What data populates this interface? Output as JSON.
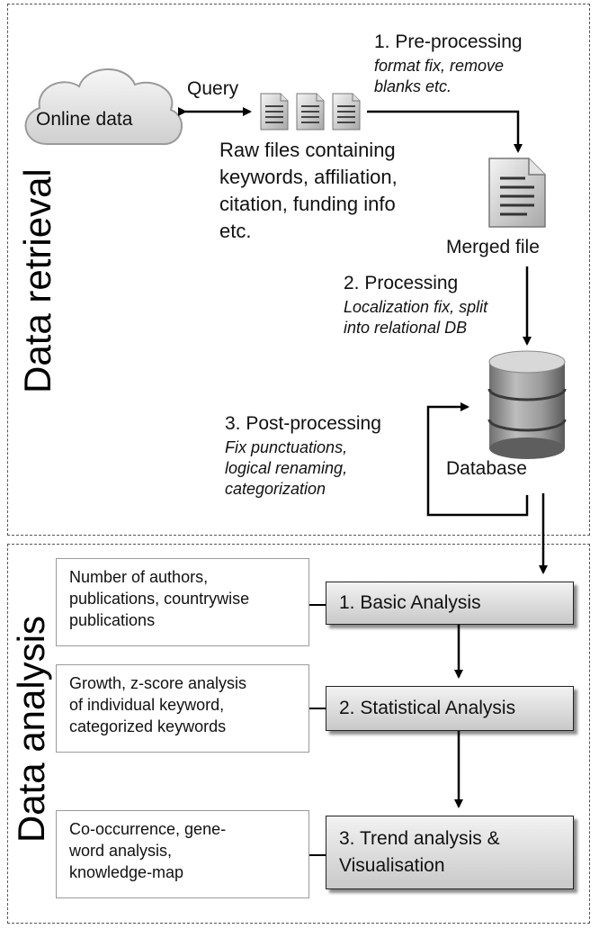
{
  "retrieval": {
    "title": "Data retrieval",
    "online_data": "Online data",
    "query": "Query",
    "raw_files": [
      "Raw files containing",
      "keywords, affiliation,",
      "citation, funding info",
      "etc."
    ],
    "preprocessing": {
      "title": "1. Pre-processing",
      "detail": [
        "format fix, remove",
        "blanks etc."
      ]
    },
    "merged_file": "Merged file",
    "processing": {
      "title": "2. Processing",
      "detail": [
        "Localization fix, split",
        "into relational DB"
      ]
    },
    "postprocessing": {
      "title": "3. Post-processing",
      "detail": [
        "Fix punctuations,",
        "logical renaming,",
        "categorization"
      ]
    },
    "database": "Database"
  },
  "analysis": {
    "title": "Data analysis",
    "steps": [
      {
        "label": [
          "1. Basic Analysis"
        ],
        "note": [
          "Number of authors,",
          "publications, countrywise",
          "publications"
        ]
      },
      {
        "label": [
          "2. Statistical Analysis"
        ],
        "note": [
          "Growth, z-score analysis",
          "of individual keyword,",
          "categorized keywords"
        ]
      },
      {
        "label": [
          "3. Trend analysis &",
          "Visualisation"
        ],
        "note": [
          "Co-occurrence, gene-",
          "word analysis,",
          "knowledge-map"
        ]
      }
    ]
  }
}
